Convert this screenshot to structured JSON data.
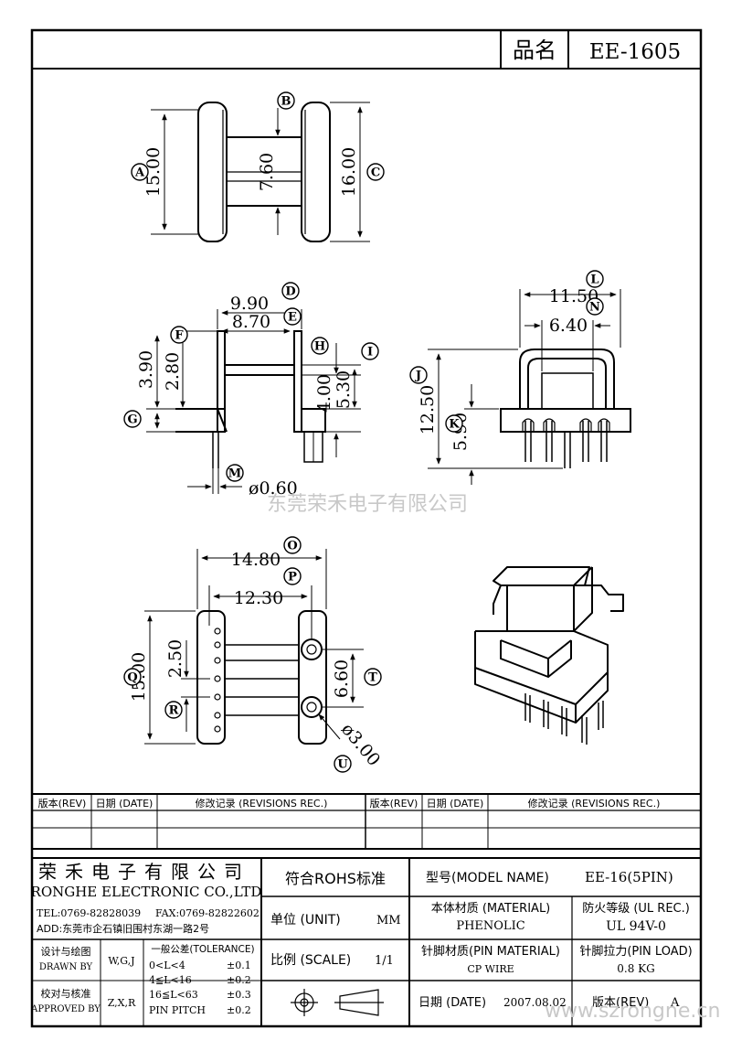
{
  "header": {
    "name_label": "品名",
    "part_no": "EE-1605"
  },
  "dims": {
    "A": {
      "letter": "A",
      "value": "15.00"
    },
    "B": {
      "letter": "B",
      "value": "7.60"
    },
    "C": {
      "letter": "C",
      "value": "16.00"
    },
    "D": {
      "letter": "D",
      "value": "9.90"
    },
    "E": {
      "letter": "E",
      "value": "8.70"
    },
    "F": {
      "letter": "F",
      "value": "2.80"
    },
    "G": {
      "letter": "G",
      "value": "3.90"
    },
    "H": {
      "letter": "H",
      "value": "4.00"
    },
    "I": {
      "letter": "I",
      "value": "5.30"
    },
    "J": {
      "letter": "J",
      "value": "12.50"
    },
    "K": {
      "letter": "K",
      "value": "5.90"
    },
    "L": {
      "letter": "L",
      "value": "11.50"
    },
    "M": {
      "letter": "M",
      "value": "ø0.60"
    },
    "N": {
      "letter": "N",
      "value": "6.40"
    },
    "O": {
      "letter": "O",
      "value": "14.80"
    },
    "P": {
      "letter": "P",
      "value": "12.30"
    },
    "Q": {
      "letter": "Q",
      "value": "15.00"
    },
    "R": {
      "letter": "R",
      "value": "2.50"
    },
    "T": {
      "letter": "T",
      "value": "6.60"
    },
    "U": {
      "letter": "U",
      "value": "ø3.00"
    }
  },
  "watermark": {
    "company": "东莞荣禾电子有限公司",
    "url": "www.szrongne.cn"
  },
  "revisions": {
    "rev": "版本(REV)",
    "date": "日期 (DATE)",
    "rec": "修改记录 (REVISIONS REC.)",
    "rev2": "版本(REV)",
    "date2": "日期 (DATE)",
    "rec2": "修改记录 (REVISIONS REC.)"
  },
  "titleblock": {
    "company_cn": "荣禾电子有限公司",
    "company_en": "RONGHE ELECTRONIC CO.,LTD",
    "tel": "TEL:0769-82828039",
    "fax": "FAX:0769-82822602",
    "addr": "ADD:东莞市企石镇旧围村东湖一路2号",
    "designer_cn": "设计与绘图",
    "designer_en": "DRAWN BY",
    "designer_val": "W,G,J",
    "approver_cn": "校对与核准",
    "approver_en": "APPROVED BY",
    "approver_val": "Z,X,R",
    "tol_title": "一般公差(TOLERANCE)",
    "tol1_k": "0<L<4",
    "tol1_v": "±0.1",
    "tol2_k": "4≦L<16",
    "tol2_v": "±0.2",
    "tol3_k": "16≦L<63",
    "tol3_v": "±0.3",
    "tol4_k": "PIN PITCH",
    "tol4_v": "±0.2",
    "rohs": "符合ROHS标准",
    "unit_label": "单位 (UNIT)",
    "unit_val": "MM",
    "scale_label": "比例 (SCALE)",
    "scale_val": "1/1",
    "model_label": "型号(MODEL NAME)",
    "model_val": "EE-16(5PIN)",
    "material_label": "本体材质 (MATERIAL)",
    "material_val": "PHENOLIC",
    "fire_label": "防火等级 (UL REC.)",
    "fire_val": "UL 94V-0",
    "pinmat_label": "针脚材质(PIN MATERIAL)",
    "pinmat_val": "CP WIRE",
    "pinload_label": "针脚拉力(PIN LOAD)",
    "pinload_val": "0.8 KG",
    "date_label": "日期 (DATE)",
    "date_val": "2007.08.02",
    "rev_label": "版本(REV)",
    "rev_val": "A"
  }
}
